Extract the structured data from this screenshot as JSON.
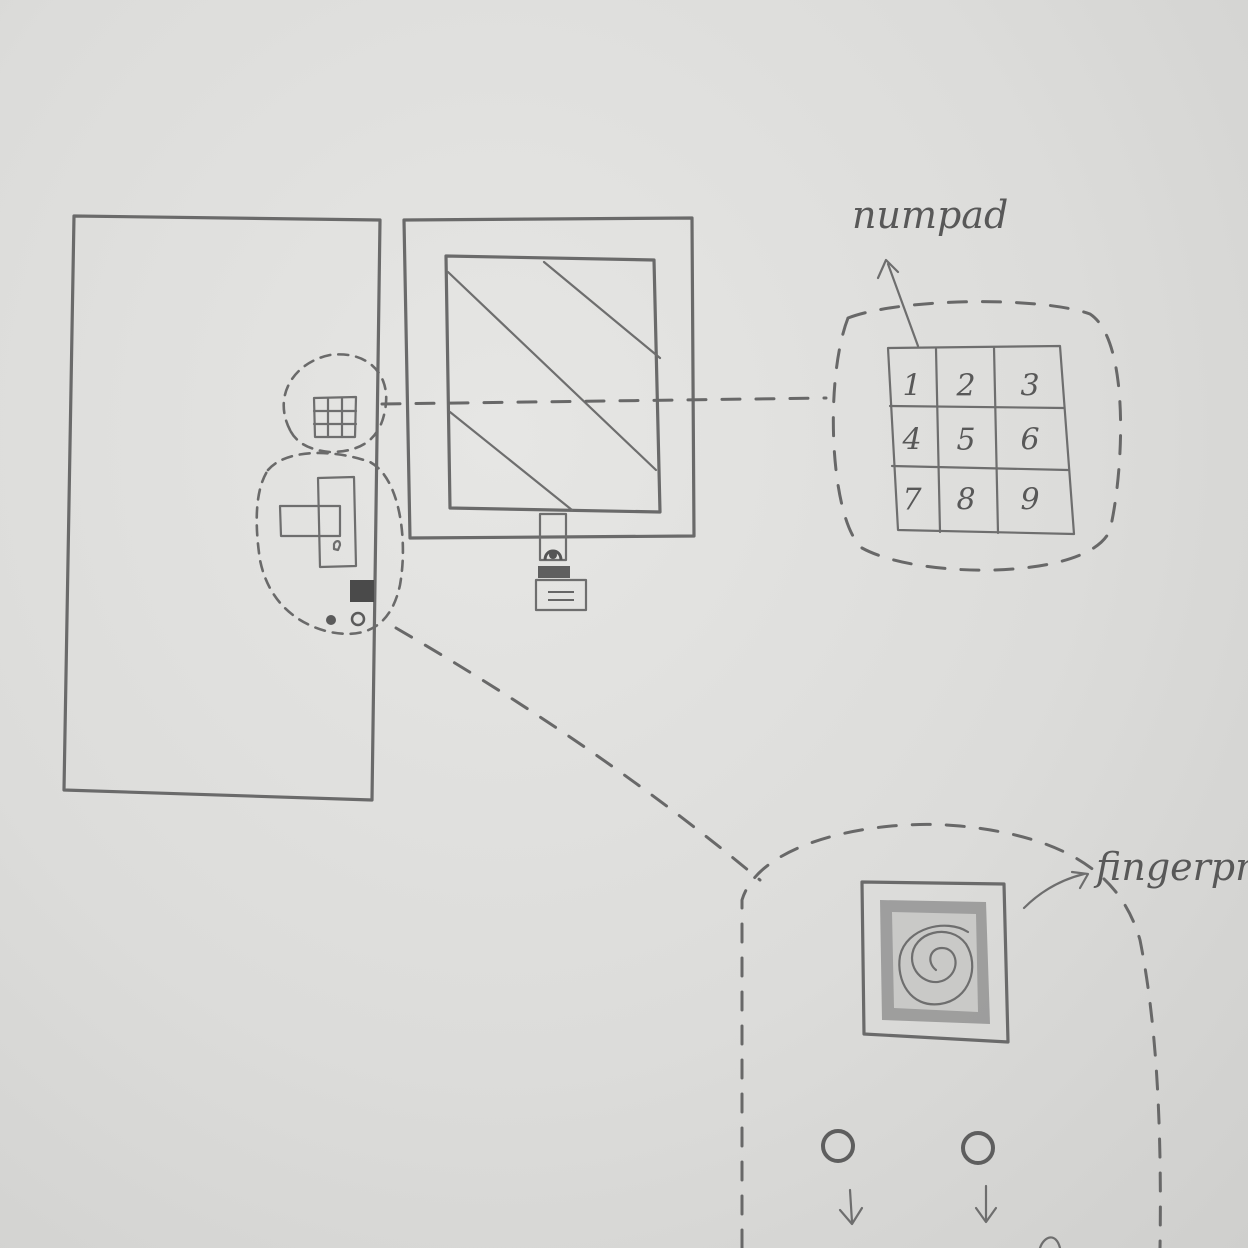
{
  "labels": {
    "numpad": "numpad",
    "fingerprint": "fingerpr"
  },
  "numpad_keys": [
    "1",
    "2",
    "3",
    "4",
    "5",
    "6",
    "7",
    "8",
    "9"
  ],
  "colors": {
    "paper": "#dcdcda",
    "pencil": "#6a6a6a"
  }
}
